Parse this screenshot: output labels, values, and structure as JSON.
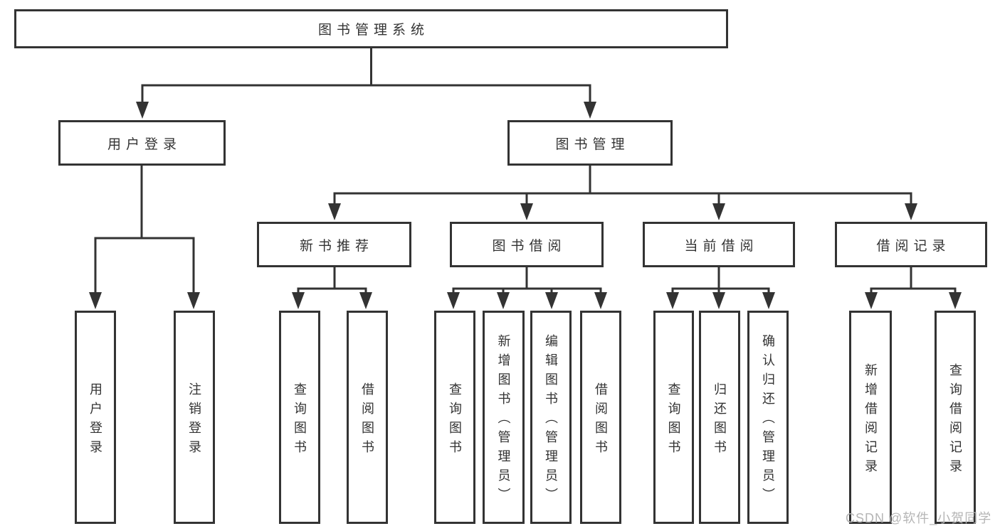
{
  "diagram_title": "图书管理系统",
  "nodes": {
    "root": "图书管理系统",
    "userLogin": "用户登录",
    "bookManagement": "图书管理",
    "newBookRecommend": "新书推荐",
    "bookBorrow": "图书借阅",
    "currentBorrow": "当前借阅",
    "borrowRecord": "借阅记录",
    "leafUserLogin": "用户登录",
    "leafLogout": "注销登录",
    "recQueryBooks": "查询图书",
    "recBorrowBooks": "借阅图书",
    "bbQueryBooks": "查询图书",
    "bbAddBooks": "新增图书（管理员）",
    "bbEditBooks": "编辑图书（管理员）",
    "bbBorrowBooks": "借阅图书",
    "cbQueryBooks": "查询图书",
    "cbReturnBooks": "归还图书",
    "cbConfirmReturn": "确认归还（管理员）",
    "brAddRecord": "新增借阅记录",
    "brQueryRecord": "查询借阅记录"
  },
  "watermark": "CSDN @软件_小贺同学",
  "colors": {
    "line": "#333333",
    "text": "#333333",
    "background": "#ffffff",
    "watermark": "#b5b5b5"
  }
}
